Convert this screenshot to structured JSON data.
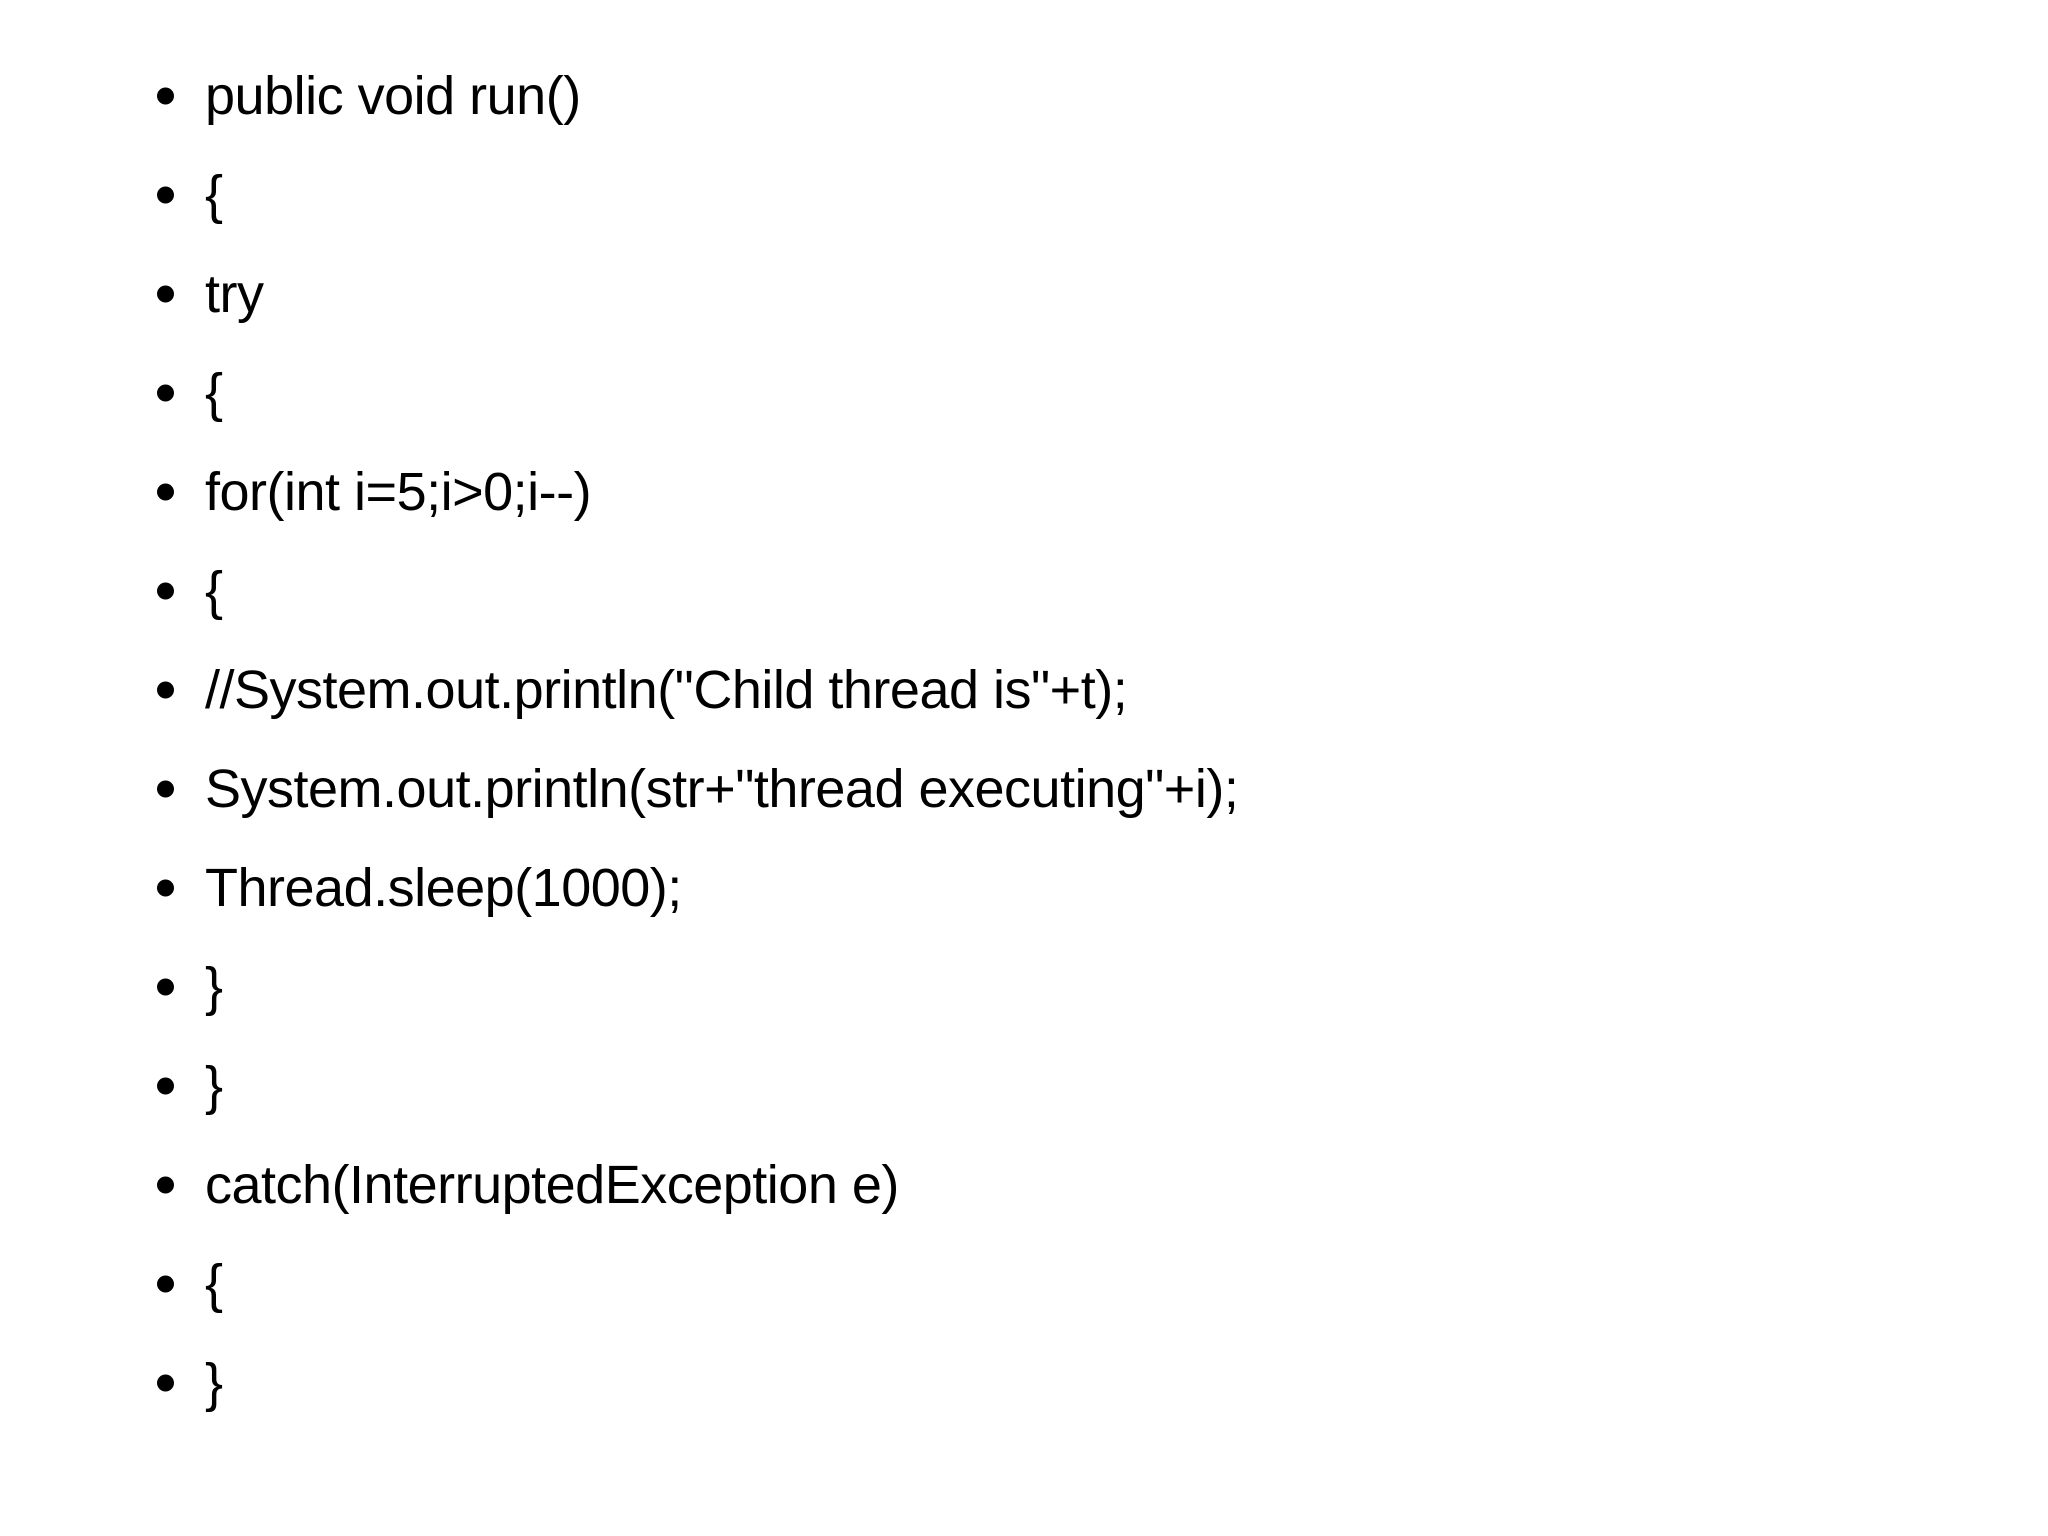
{
  "slide": {
    "type": "presentation-slide",
    "background_color": "#ffffff",
    "text_color": "#000000",
    "bullet_color": "#000000",
    "bullet_glyph": "•",
    "language_hint": "java",
    "lines": [
      "public void run()",
      "{",
      "try",
      "{",
      "for(int i=5;i>0;i--)",
      "{",
      "//System.out.println(\"Child thread is\"+t);",
      "System.out.println(str+\"thread executing\"+i);",
      "Thread.sleep(1000);",
      "}",
      "}",
      "catch(InterruptedException e)",
      "{",
      "}"
    ]
  }
}
